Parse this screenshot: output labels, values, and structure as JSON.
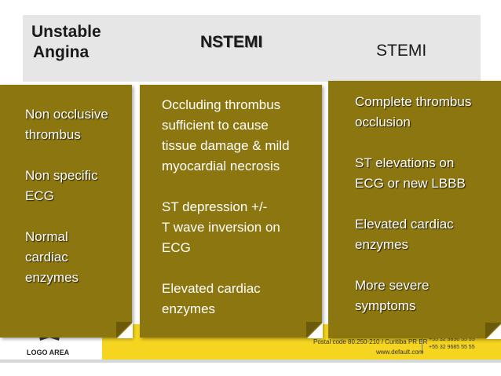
{
  "headers": {
    "unstable_angina": [
      "Unstable",
      "Angina"
    ],
    "nstemi": "NSTEMI",
    "stemi": "STEMI"
  },
  "unstable_angina_notes": [
    [
      "Non occlusive",
      "thrombus"
    ],
    [
      "Non specific",
      "ECG"
    ],
    [
      "Normal",
      "cardiac",
      "enzymes"
    ]
  ],
  "nstemi_notes": [
    [
      "Occluding thrombus",
      "sufficient to cause",
      "tissue damage & mild",
      "myocardial necrosis"
    ],
    [
      "ST depression +/-",
      "T wave inversion on",
      "ECG"
    ],
    [
      "Elevated cardiac",
      "enzymes"
    ]
  ],
  "stemi_notes": [
    [
      "Complete thrombus",
      "occlusion"
    ],
    [
      "ST elevations on",
      "ECG or new LBBB"
    ],
    [
      "Elevated cardiac",
      "enzymes"
    ],
    [
      "More severe",
      "symptoms"
    ]
  ],
  "footer": {
    "logo_text": "LOGO AREA",
    "postal": "Postal code 80.250-210 / Curitiba PR BR",
    "phone1": "+55 32 3836 55 55",
    "phone2": "+55 32 9685 55 55",
    "website": "www.default.com"
  },
  "colors": {
    "note_bg": "#8c760f",
    "band_yellow": "#f5d51f",
    "header_gray": "#e6e6e6"
  }
}
